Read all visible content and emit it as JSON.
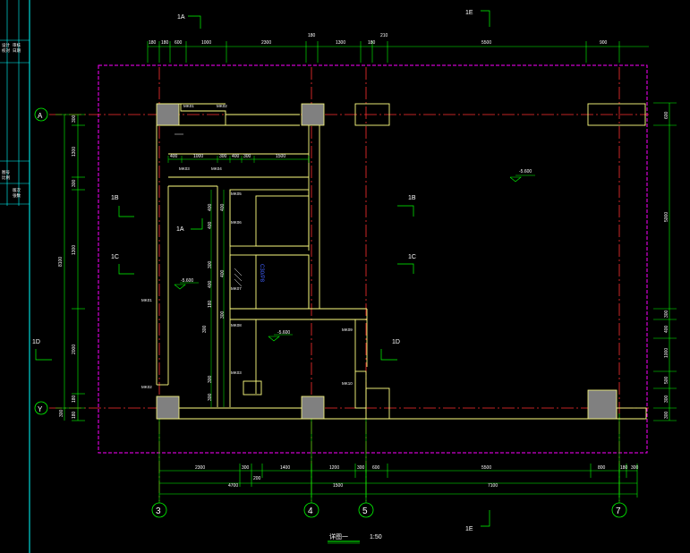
{
  "title": {
    "name": "详图一",
    "scale": "1:50"
  },
  "axes": {
    "vertical": [
      "3",
      "4",
      "5",
      "7"
    ],
    "horizontal": [
      "A",
      "Y"
    ]
  },
  "sections": {
    "s1A_top": "1A",
    "s1A_mid": "1A",
    "s1E_top": "1E",
    "s1E_bottom": "1E",
    "s1B_left": "1B",
    "s1B_right": "1B",
    "s1C_left": "1C",
    "s1C_right": "1C",
    "s1D_left": "1D",
    "s1D_right": "1D"
  },
  "top_dims": [
    "180",
    "180",
    "600",
    "1000",
    "2300",
    "180",
    "1300",
    "180",
    "210",
    "5500",
    "900"
  ],
  "top_dims_row2": [
    "400",
    "1000",
    "300",
    "400",
    "300",
    "1500"
  ],
  "bottom_dims_row1": [
    "2300",
    "300",
    "1400",
    "1200",
    "300",
    "600",
    "5500",
    "800",
    "180",
    "300"
  ],
  "bottom_dims_row2": [
    "200"
  ],
  "bottom_dims_row3": [
    "4700",
    "1500",
    "7100"
  ],
  "left_dims": [
    "300",
    "1300",
    "300",
    "1300",
    "2000",
    "180",
    "300",
    "180"
  ],
  "left_total": "8100",
  "right_dims": [
    "600",
    "5000",
    "300",
    "400",
    "1000",
    "500",
    "300",
    "300"
  ],
  "inner_dims": [
    "400",
    "400",
    "300",
    "400",
    "180",
    "300",
    "300",
    "300",
    "400",
    "400",
    "300"
  ],
  "elevations": {
    "e1": "-5.600",
    "e2": "-5.600",
    "e3": "-5.600"
  },
  "tags": {
    "mk1": "MK01",
    "mk2": "MK02",
    "mk3": "MK03",
    "mk4": "MK04",
    "mk5": "MK05",
    "mk6": "MK06",
    "mk7": "MK07",
    "mk8": "MK08",
    "mk9": "MK09",
    "mk10": "MK10",
    "blue": "C30/P8"
  },
  "left_strip": [
    "设计",
    "校对",
    "审核",
    "日期"
  ],
  "left_strip2": [
    "图号",
    "比例",
    "版次",
    "张数"
  ],
  "colors": {
    "axis": "#ff3030",
    "wall": "#ffff80",
    "dim": "#00ff00",
    "boundary": "#ff00ff",
    "column": "#808080",
    "border": "#00ffff"
  }
}
